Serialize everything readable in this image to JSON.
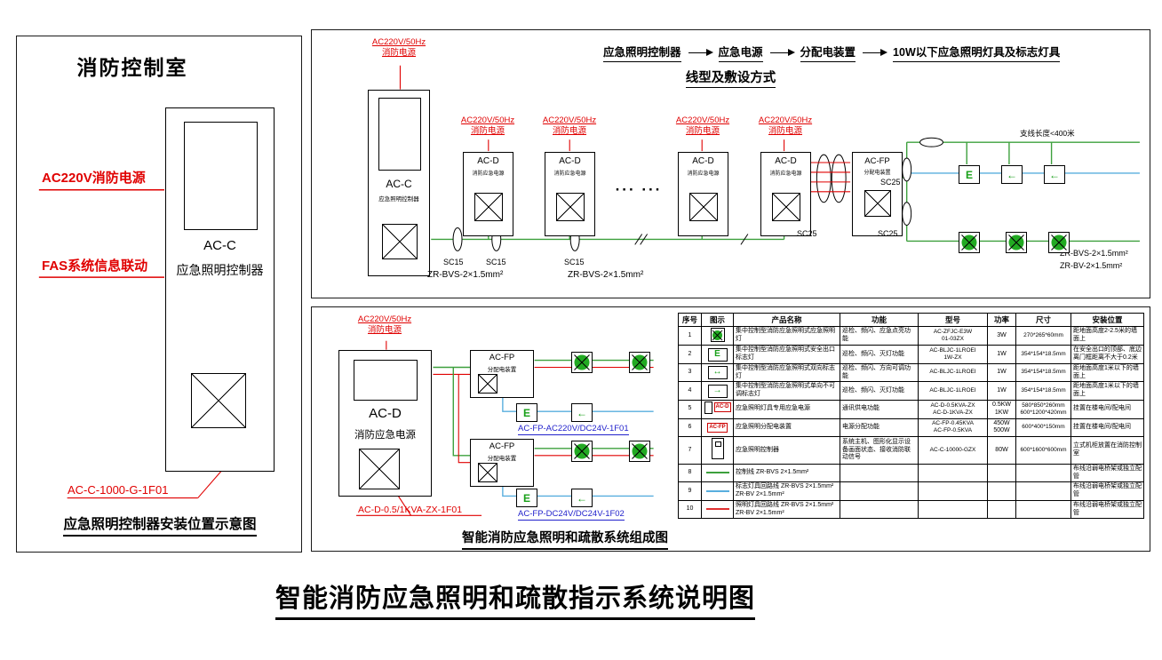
{
  "main_title": "智能消防应急照明和疏散指示系统说明图",
  "colors": {
    "wire_green": "#3da03d",
    "wire_blue": "#58aede",
    "wire_red": "#e03030",
    "label_red": "#e00000",
    "label_blue": "#2222cc",
    "lamp_green": "#22aa22"
  },
  "symbols": {
    "exit_letter": "E",
    "arrow_left": "←",
    "arrow_right": "→",
    "double_arrow": "↔",
    "dots": "··· ···"
  },
  "left_panel": {
    "title": "消防控制室",
    "device_name": "AC-C",
    "device_desc": "应急照明控制器",
    "wire1_label": "AC220V消防电源",
    "wire2_label": "FAS系统信息联动",
    "model_label": "AC-C-1000-G-1F01",
    "caption": "应急照明控制器安装位置示意图"
  },
  "top_panel": {
    "flow": [
      "应急照明控制器",
      "应急电源",
      "分配电装置",
      "10W以下应急照明灯具及标志灯具"
    ],
    "subtitle": "线型及敷设方式",
    "power_label": "AC220V/50Hz\n消防电源",
    "acc_name": "AC-C",
    "acc_desc": "应急照明控制器",
    "acd_name": "AC-D",
    "acd_desc": "消防应急电源",
    "acfp_name": "AC-FP",
    "acfp_desc": "分配电装置",
    "sc15": "SC15",
    "sc25": "SC25",
    "wire_spec1": "ZR-BVS-2×1.5mm²",
    "wire_spec2": "ZR-BVS-2×1.5mm²",
    "branch_note": "支线长度<400米",
    "right_spec1": "ZR-BVS-2×1.5mm²",
    "right_spec2": "ZR-BV-2×1.5mm²"
  },
  "bottom_panel": {
    "power_label": "AC220V/50Hz\n消防电源",
    "acd_name": "AC-D",
    "acd_desc": "消防应急电源",
    "acfp_name": "AC-FP",
    "acfp_desc": "分配电装置",
    "fp1_label": "AC-FP-AC220V/DC24V-1F01",
    "fp2_label": "AC-FP-DC24V/DC24V-1F02",
    "acd_model_label": "AC-D-0.5/1KVA-ZX-1F01",
    "caption": "智能消防应急照明和疏散系统组成图"
  },
  "table": {
    "headers": [
      "序号",
      "图示",
      "产品名称",
      "功能",
      "型号",
      "功率",
      "尺寸",
      "安装位置"
    ],
    "rows": [
      {
        "no": "1",
        "name": "集中控制型消防应急照明式应急照明灯",
        "func": "巡检、频闪、应急点亮功能",
        "model": "AC-ZFJC-E3W\n01-03ZX",
        "power": "3W",
        "size": "270*265*60mm",
        "loc": "距地面高度2-2.5米的墙面上"
      },
      {
        "no": "2",
        "name": "集中控制型消防应急照明式安全出口标志灯",
        "func": "巡检、频闪、灭灯功能",
        "model": "AC-BLJC-1LROEI\n1W-ZX",
        "power": "1W",
        "size": "354*154*18.5mm",
        "loc": "在安全出口的顶部、底边离门框距离不大于0.2米"
      },
      {
        "no": "3",
        "name": "集中控制型消防应急照明式双向标志灯",
        "func": "巡检、频闪、方向可调功能",
        "model": "AC-BLJC-1LROEI",
        "power": "1W",
        "size": "354*154*18.5mm",
        "loc": "距地面高度1米以下的墙面上"
      },
      {
        "no": "4",
        "name": "集中控制型消防应急照明式单向不可调标志灯",
        "func": "巡检、频闪、灭灯功能",
        "model": "AC-BLJC-1LROEI",
        "power": "1W",
        "size": "354*154*18.5mm",
        "loc": "距地面高度1米以下的墙面上"
      },
      {
        "no": "5",
        "icon_label": "AC-D",
        "name": "应急照明灯具专用应急电源",
        "func": "通讯供电功能",
        "model": "AC-D-0.5KVA-ZX\nAC-D-1KVA-ZX",
        "power": "0.5KW\n1KW",
        "size": "580*850*260mm\n600*1200*420mm",
        "loc": "挂置在楼电间/配电间"
      },
      {
        "no": "6",
        "icon_label": "AC-FP",
        "name": "应急照明分配电装置",
        "func": "电源分配功能",
        "model": "AC-FP-0.45KVA\nAC-FP-0.5KVA",
        "power": "450W\n500W",
        "size": "600*400*150mm",
        "loc": "挂置在楼电间/配电间"
      },
      {
        "no": "7",
        "name": "应急照明控制器",
        "func": "系统主机、图形化显示设备画面状态、接收消防联动信号",
        "model": "AC-C-10000-GZX",
        "power": "80W",
        "size": "600*1600*600mm",
        "loc": "立式机柜放置在消防控制室"
      },
      {
        "no": "8",
        "name": "控制线  ZR-BVS 2×1.5mm²",
        "func": "",
        "model": "",
        "power": "",
        "size": "",
        "loc": "布线沿弱电桥架或独立配管"
      },
      {
        "no": "9",
        "name": "标志灯具回路线  ZR-BVS 2×1.5mm²\nZR-BV 2×1.5mm²",
        "func": "",
        "model": "",
        "power": "",
        "size": "",
        "loc": "布线沿弱电桥架或独立配管"
      },
      {
        "no": "10",
        "name": "照明灯具回路线  ZR-BVS 2×1.5mm²\nZR-BV 2×1.5mm²",
        "func": "",
        "model": "",
        "power": "",
        "size": "",
        "loc": "布线沿弱电桥架或独立配管"
      }
    ]
  }
}
